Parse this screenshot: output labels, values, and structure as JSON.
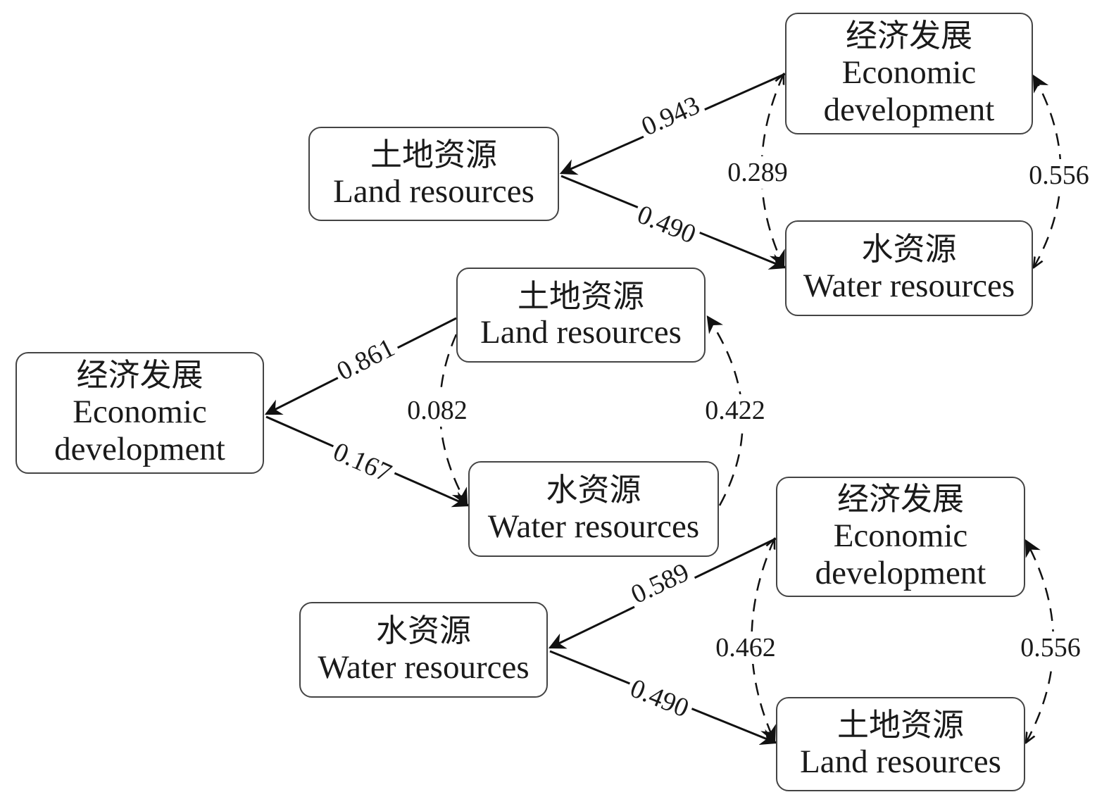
{
  "diagrams": [
    {
      "nodes": {
        "center": {
          "zh": "土地资源",
          "en": "Land resources"
        },
        "top": {
          "zh": "经济发展",
          "en": "Economic development"
        },
        "bottom": {
          "zh": "水资源",
          "en": "Water resources"
        }
      },
      "paths": {
        "top_to_center": "0.943",
        "center_to_bottom": "0.490",
        "inner_dashed": "0.289",
        "outer_dashed": "0.556"
      }
    },
    {
      "nodes": {
        "center": {
          "zh": "经济发展",
          "en": "Economic development"
        },
        "top": {
          "zh": "土地资源",
          "en": "Land resources"
        },
        "bottom": {
          "zh": "水资源",
          "en": "Water resources"
        }
      },
      "paths": {
        "top_to_center": "0.861",
        "center_to_bottom": "0.167",
        "inner_dashed": "0.082",
        "outer_dashed": "0.422"
      }
    },
    {
      "nodes": {
        "center": {
          "zh": "水资源",
          "en": "Water resources"
        },
        "top": {
          "zh": "经济发展",
          "en": "Economic development"
        },
        "bottom": {
          "zh": "土地资源",
          "en": "Land resources"
        }
      },
      "paths": {
        "top_to_center": "0.589",
        "center_to_bottom": "0.490",
        "inner_dashed": "0.462",
        "outer_dashed": "0.556"
      }
    }
  ]
}
